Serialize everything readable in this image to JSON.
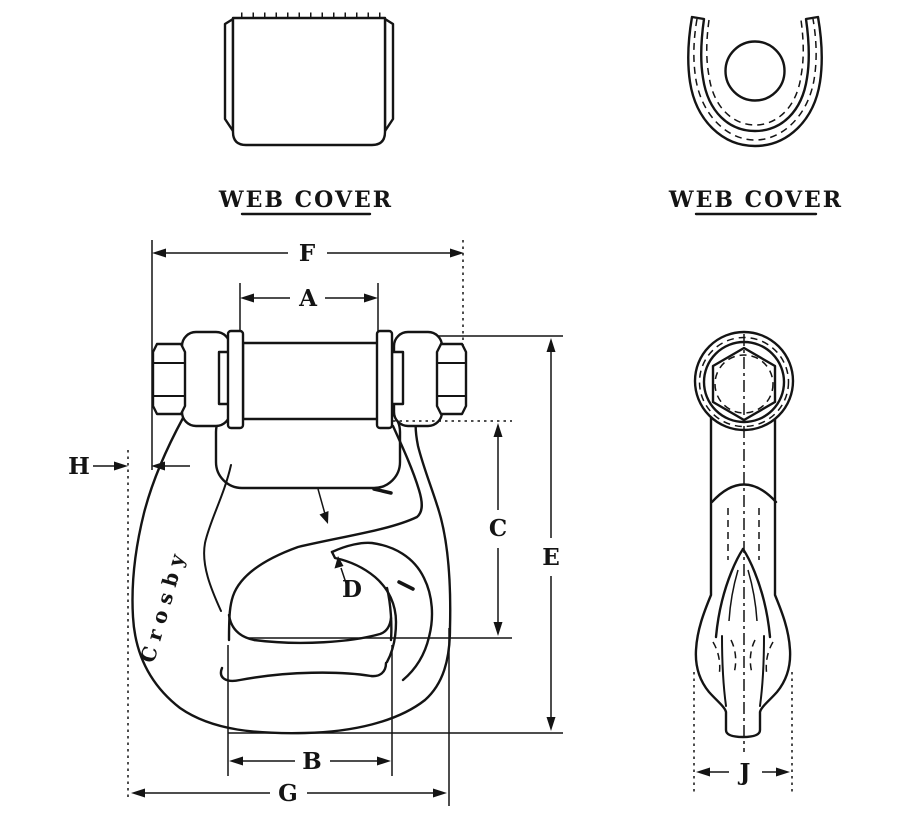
{
  "drawing": {
    "ink": "#141414",
    "bg": "#ffffff",
    "web_cover_front_label": "WEB COVER",
    "web_cover_side_label": "WEB COVER",
    "brand_text": "Crosby",
    "dims": {
      "A": "A",
      "B": "B",
      "C": "C",
      "D": "D",
      "E": "E",
      "F": "F",
      "G": "G",
      "H": "H",
      "J": "J"
    }
  }
}
